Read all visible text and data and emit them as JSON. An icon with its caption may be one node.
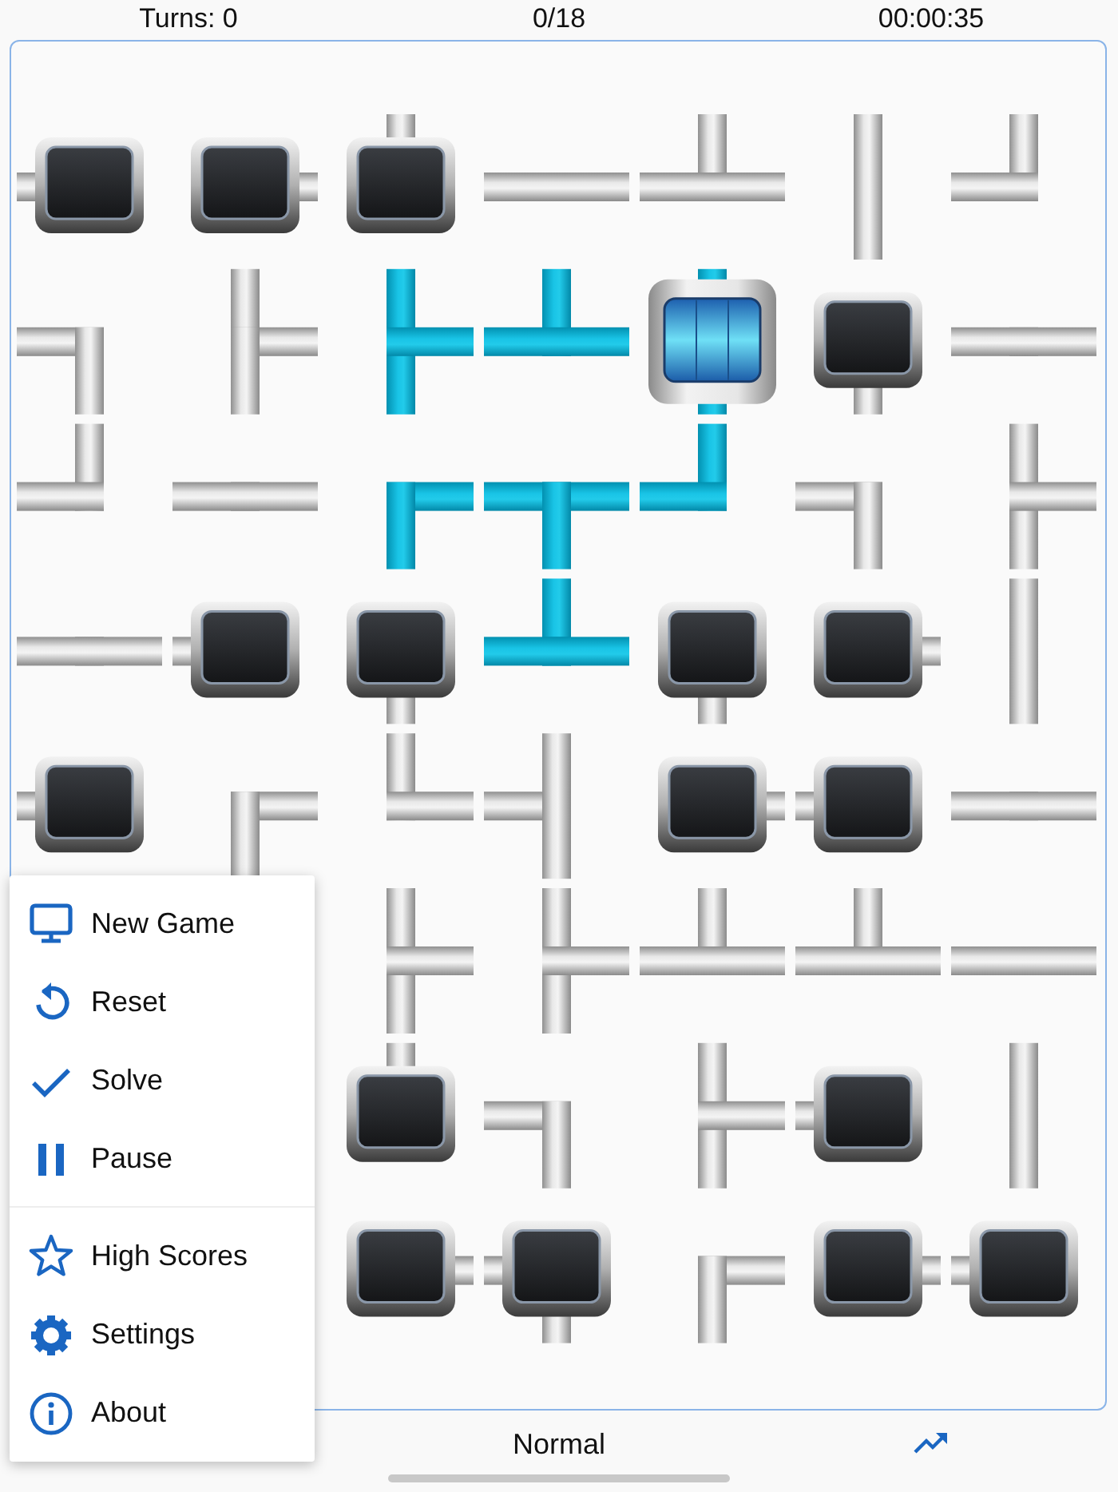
{
  "diagram": {
    "labels": [
      "Turns: 0",
      "0/18",
      "00:00:35",
      "New Game",
      "Reset",
      "Solve",
      "Pause",
      "High Scores",
      "Settings",
      "About",
      "Normal"
    ]
  }
}
